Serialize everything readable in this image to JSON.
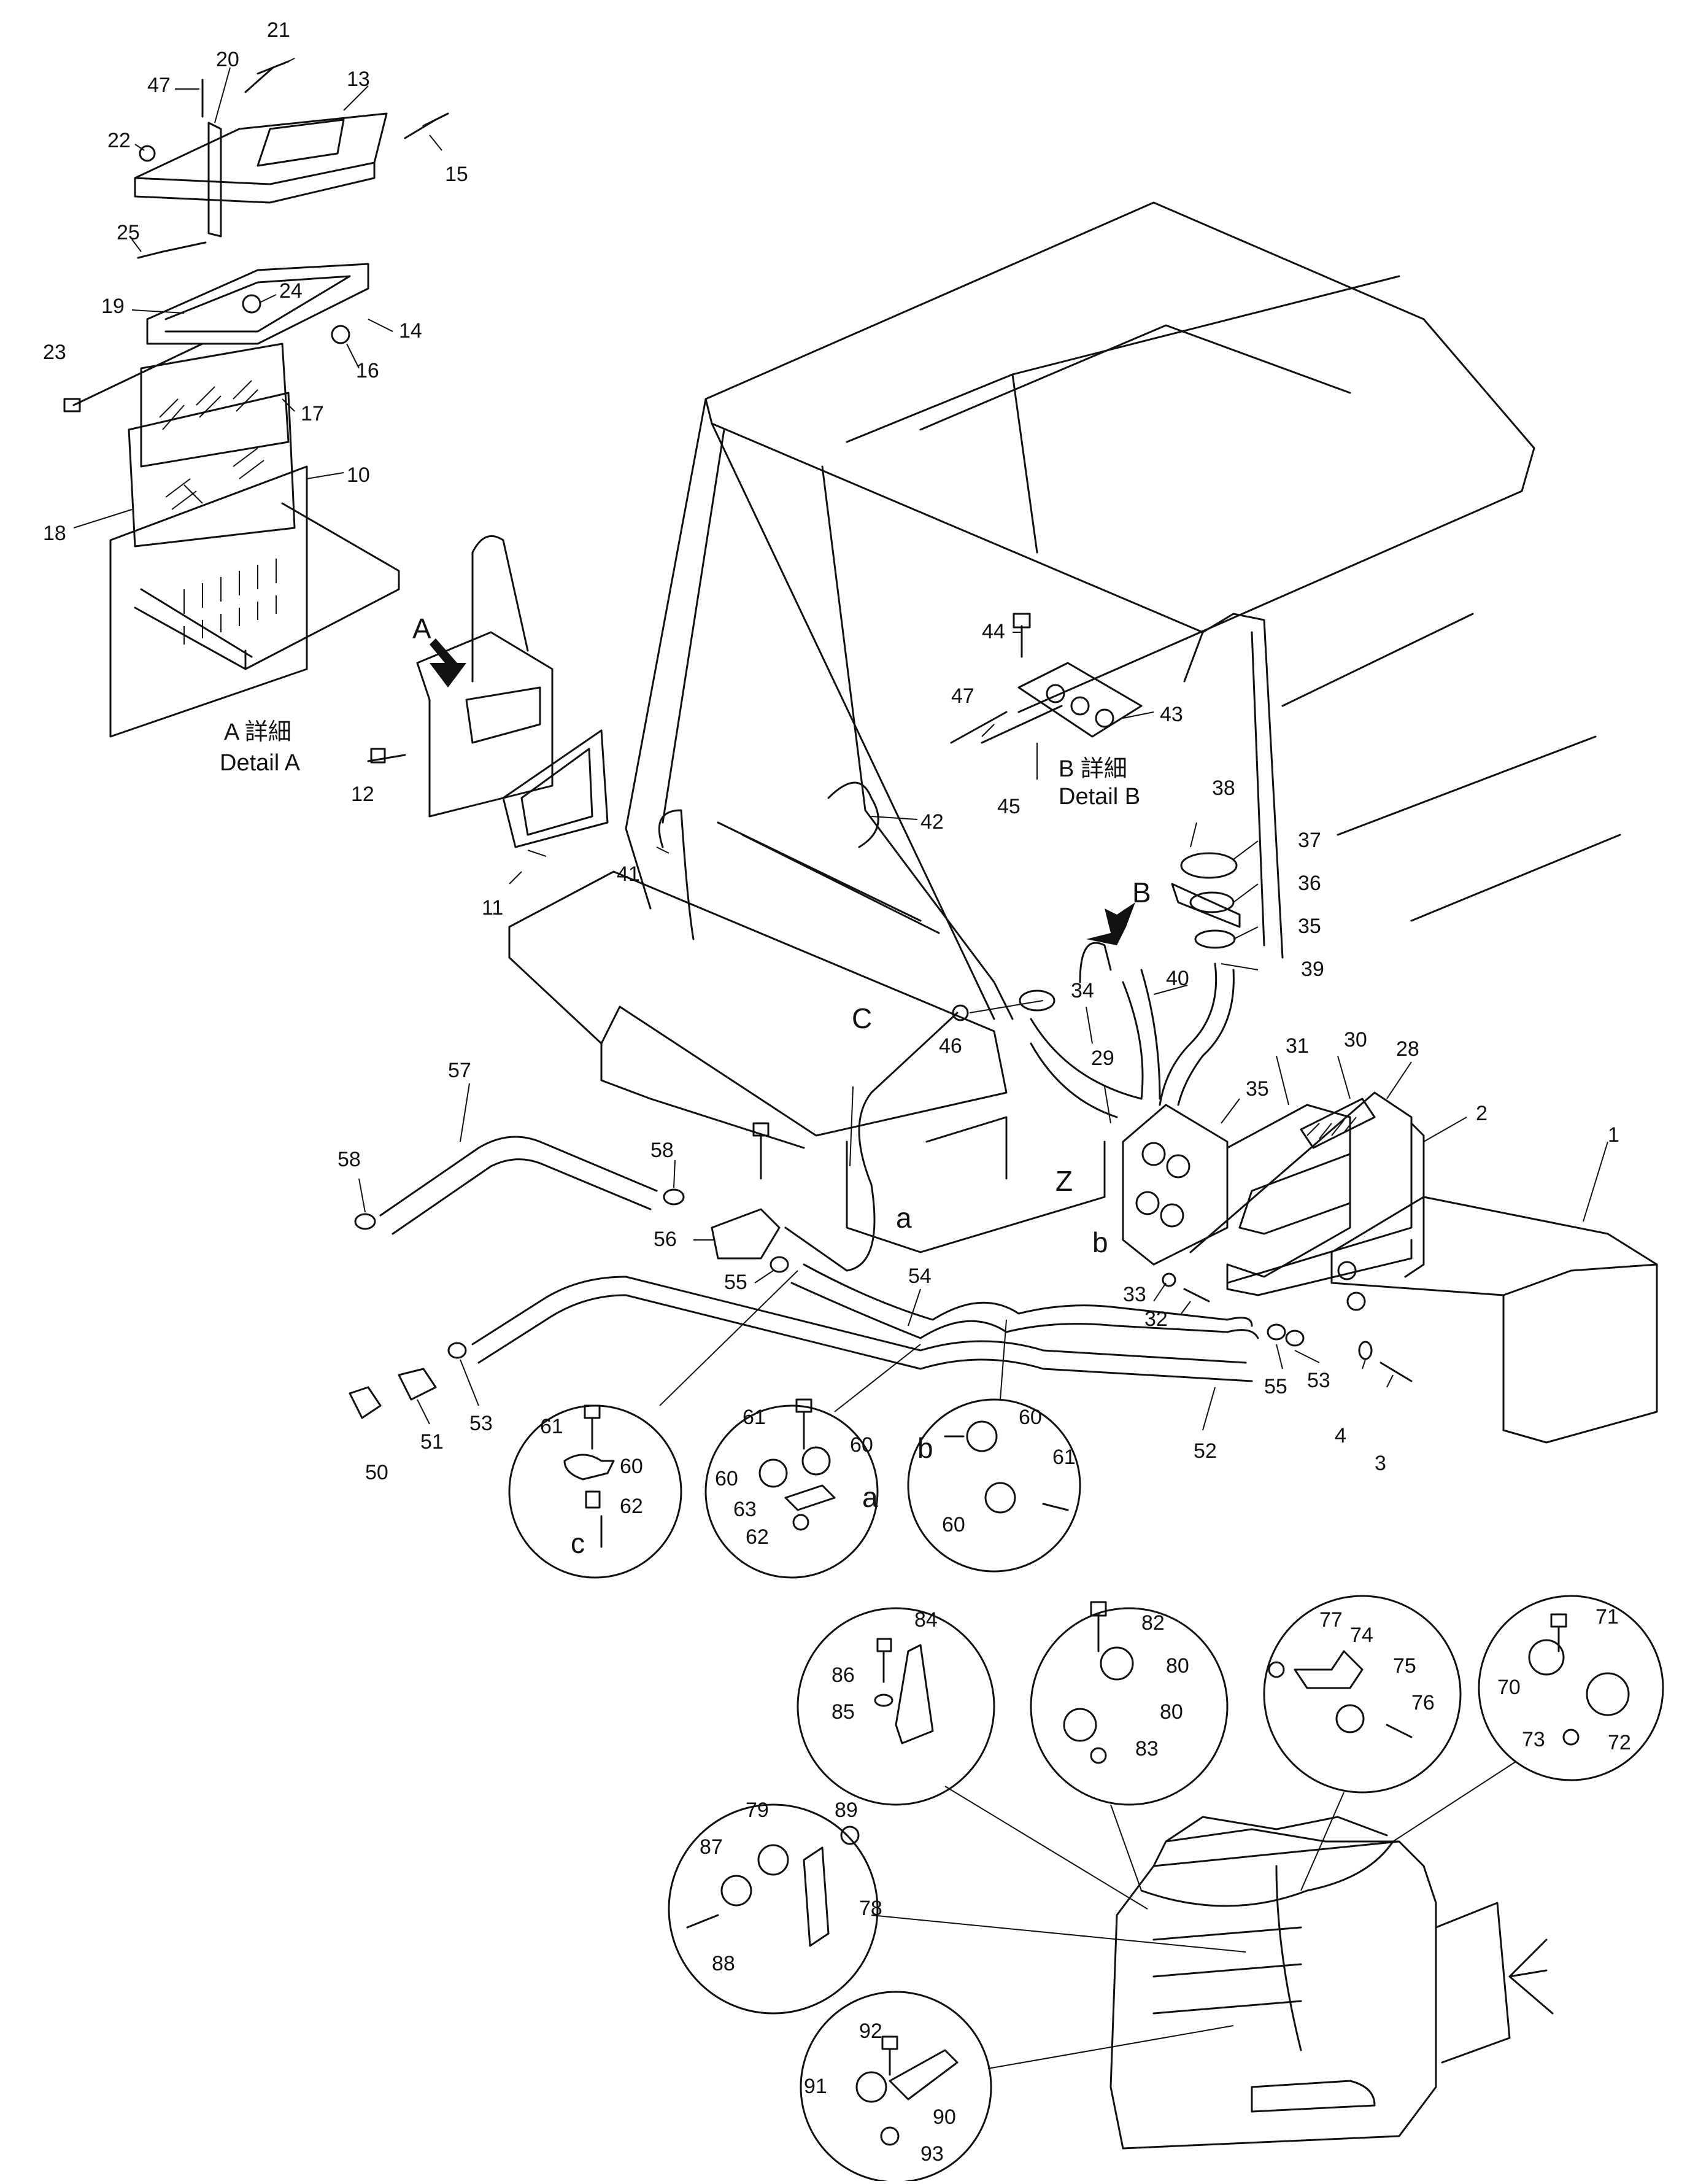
{
  "part_numbers": {
    "p1": "1",
    "p2": "2",
    "p3": "3",
    "p4": "4",
    "p10": "10",
    "p11": "11",
    "p12": "12",
    "p13": "13",
    "p14": "14",
    "p15": "15",
    "p16": "16",
    "p17": "17",
    "p18": "18",
    "p19": "19",
    "p20": "20",
    "p21": "21",
    "p22": "22",
    "p23": "23",
    "p24": "24",
    "p25": "25",
    "p28": "28",
    "p29": "29",
    "p30": "30",
    "p31": "31",
    "p32": "32",
    "p33": "33",
    "p34": "34",
    "p35a": "35",
    "p35b": "35",
    "p36": "36",
    "p37": "37",
    "p38": "38",
    "p39": "39",
    "p40": "40",
    "p41": "41",
    "p42": "42",
    "p43": "43",
    "p44": "44",
    "p45": "45",
    "p46": "46",
    "p47a": "47",
    "p47b": "47",
    "p50": "50",
    "p51": "51",
    "p52": "52",
    "p53a": "53",
    "p53b": "53",
    "p54": "54",
    "p55a": "55",
    "p55b": "55",
    "p56": "56",
    "p57": "57",
    "p58a": "58",
    "p58b": "58",
    "p60a": "60",
    "p60b": "60",
    "p60c": "60",
    "p60d": "60",
    "p60e": "60",
    "p61a": "61",
    "p61b": "61",
    "p61c": "61",
    "p62a": "62",
    "p62b": "62",
    "p63": "63",
    "p70": "70",
    "p71": "71",
    "p72": "72",
    "p73": "73",
    "p74": "74",
    "p75": "75",
    "p76": "76",
    "p77": "77",
    "p78": "78",
    "p79": "79",
    "p80a": "80",
    "p80b": "80",
    "p82": "82",
    "p83": "83",
    "p84": "84",
    "p85": "85",
    "p86": "86",
    "p87": "87",
    "p88": "88",
    "p89": "89",
    "p90": "90",
    "p91": "91",
    "p92": "92",
    "p93": "93"
  },
  "view_markers": {
    "A": "A",
    "B": "B",
    "C": "C",
    "c_small": "c",
    "a1": "a",
    "a2": "a",
    "b1": "b",
    "b2": "b",
    "Z": "Z"
  },
  "captions": {
    "detail_a_jp": "A 詳細",
    "detail_a_en": "Detail A",
    "detail_b_jp": "B 詳細",
    "detail_b_en": "Detail B"
  }
}
